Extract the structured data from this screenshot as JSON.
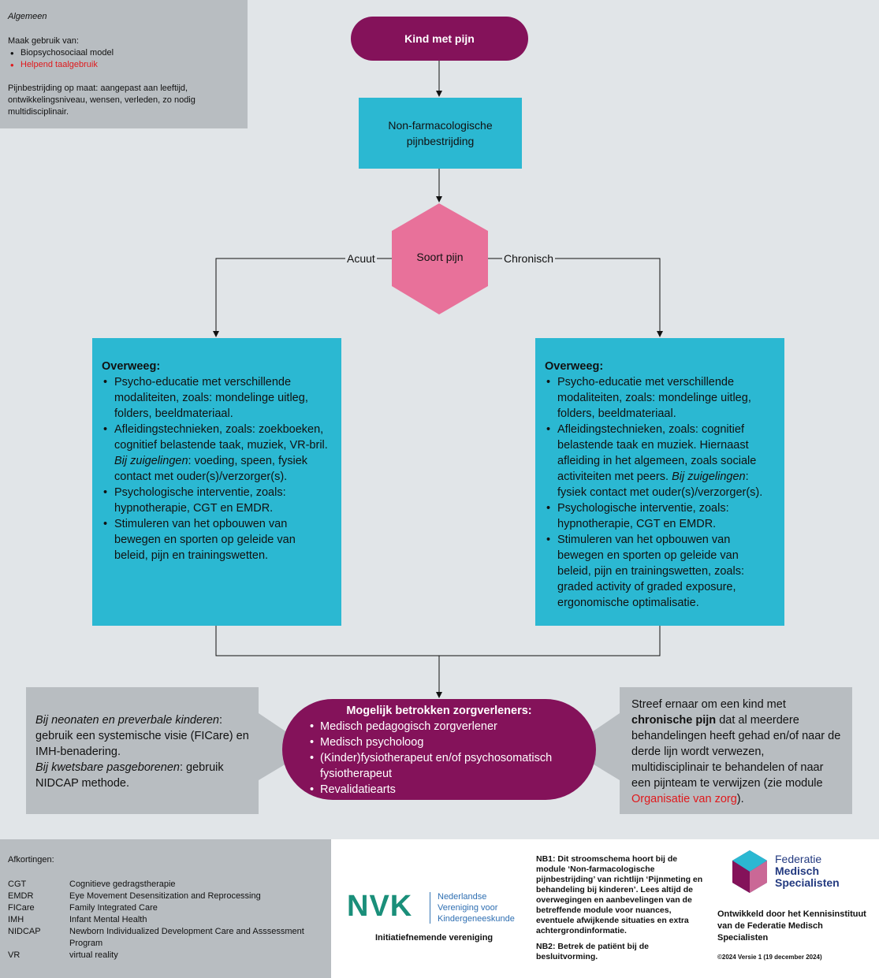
{
  "general": {
    "title": "Algemeen",
    "use_intro": "Maak gebruik van:",
    "use_items": [
      "Biopsychosociaal model",
      "Helpend taalgebruik"
    ],
    "tailored": "Pijnbestrijding op maat: aangepast aan leeftijd, ontwikkelingsniveau, wensen, verleden, zo nodig multidisciplinair."
  },
  "flow": {
    "start": "Kind met pijn",
    "nonpharm": "Non-farmacologische pijnbestrijding",
    "decision": "Soort pijn",
    "acute_label": "Acuut",
    "chronic_label": "Chronisch"
  },
  "acute": {
    "title": "Overweeg",
    "items": [
      "Psycho-educatie met verschillende modaliteiten, zoals: mondelinge uitleg, folders, beeldmateriaal.",
      "Afleidingstechnieken, zoals: zoekboeken, cognitief belastende taak, muziek, VR-bril.",
      "Psychologische interventie, zoals: hypnotherapie, CGT en EMDR.",
      "Stimuleren van het opbouwen van bewegen en sporten op geleide van beleid, pijn en trainingswetten."
    ],
    "suckling_label": "Bij zuigelingen",
    "suckling_text": ": voeding, speen, fysiek contact met ouder(s)/verzorger(s)."
  },
  "chronic": {
    "title": "Overweeg",
    "items": [
      "Psycho-educatie met verschillende modaliteiten, zoals: mondelinge uitleg, folders, beeldmateriaal.",
      "Afleidingstechnieken, zoals: cognitief belastende taak en muziek. Hiernaast afleiding in het algemeen, zoals sociale activiteiten met peers. ",
      "Psychologische interventie, zoals: hypnotherapie, CGT en EMDR.",
      "Stimuleren van het opbouwen van bewegen en sporten op geleide van beleid, pijn en trainingswetten, zoals: graded activity of graded exposure, ergonomische optimalisatie."
    ],
    "suckling_label": "Bij zuigelingen",
    "suckling_text": ": fysiek contact met ouder(s)/verzorger(s)."
  },
  "neonate": {
    "label1": "Bij neonaten en preverbale kinderen",
    "text1": ": gebruik een systemische visie (FICare) en IMH-benadering.",
    "label2": "Bij kwetsbare pasgeborenen",
    "text2": ": gebruik NIDCAP methode."
  },
  "providers": {
    "title": "Mogelijk betrokken zorgverleners:",
    "items": [
      "Medisch pedagogisch zorgverlener",
      "Medisch psycholoog",
      "(Kinder)fysiotherapeut en/of psychosomatisch fysiotherapeut",
      "Revalidatiearts"
    ]
  },
  "chronic_note": {
    "pre": "Streef ernaar om een kind met ",
    "bold": "chronische pijn",
    "post": " dat al meerdere behandelingen heeft gehad en/of naar de derde lijn wordt verwezen, multidisciplinair te behandelen of naar een pijnteam te verwijzen (zie module ",
    "link": "Organisatie van zorg",
    "end": ")."
  },
  "abbreviations": {
    "title": "Afkortingen:",
    "rows": [
      {
        "abbr": "CGT",
        "full": "Cognitieve gedragstherapie"
      },
      {
        "abbr": "EMDR",
        "full": "Eye Movement Desensitization and Reprocessing"
      },
      {
        "abbr": "FICare",
        "full": "Family Integrated Care"
      },
      {
        "abbr": "IMH",
        "full": "Infant Mental Health"
      },
      {
        "abbr": "NIDCAP",
        "full": "Newborn Individualized Development Care and Asssessment Program"
      },
      {
        "abbr": "VR",
        "full": "virtual reality"
      }
    ]
  },
  "nvk": {
    "letters": "NVK",
    "name_lines": [
      "Nederlandse",
      "Vereniging voor",
      "Kindergeneeskunde"
    ],
    "caption": "Initiatiefnemende vereniging"
  },
  "notes": {
    "nb1": "NB1: Dit stroomschema hoort bij de module ‘Non-farmacologische pijnbestrijding’ van richtlijn ‘Pijnmeting en behandeling bij kinderen’. Lees altijd de overwegingen en aanbevelingen van de betreffende module voor nuances, eventuele afwijkende situaties en extra achtergrondinformatie.",
    "nb2": "NB2: Betrek de patiënt bij de besluitvorming."
  },
  "fms": {
    "name_lines": [
      "Federatie",
      "Medisch",
      "Specialisten"
    ],
    "developed": "Ontwikkeld door het Kennisinstituut van de Federatie Medisch Specialisten",
    "version": "©2024 Versie 1 (19 december 2024)"
  },
  "colors": {
    "purple": "#84125a",
    "teal": "#2bb8d2",
    "pink": "#e8719a",
    "grey_panel": "#b8bdc1",
    "canvas": "#e1e5e8",
    "red_text": "#e0191c"
  }
}
